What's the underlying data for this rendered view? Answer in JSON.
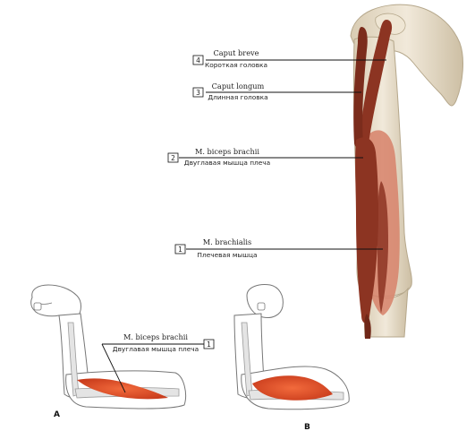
{
  "labels": [
    {
      "number": "4",
      "latin": "Caput breve",
      "russian": "Короткая головка"
    },
    {
      "number": "3",
      "latin": "Caput longum",
      "russian": "Длинная головка"
    },
    {
      "number": "2",
      "latin": "M. biceps brachii",
      "russian": "Двуглавая мышца плеча"
    },
    {
      "number": "1",
      "latin": "M. brachialis",
      "russian": "Плечевая мышца"
    }
  ],
  "figure_a": {
    "letter": "A",
    "label": {
      "number": "1",
      "latin": "M. biceps brachii",
      "russian": "Двуглавая мышца плеча"
    }
  },
  "figure_b": {
    "letter": "B"
  },
  "colors": {
    "muscle_dark": "#8c3422",
    "muscle_light": "#d27a62",
    "bone": "#e9dfcc",
    "contract_muscle": "#e0502a"
  }
}
